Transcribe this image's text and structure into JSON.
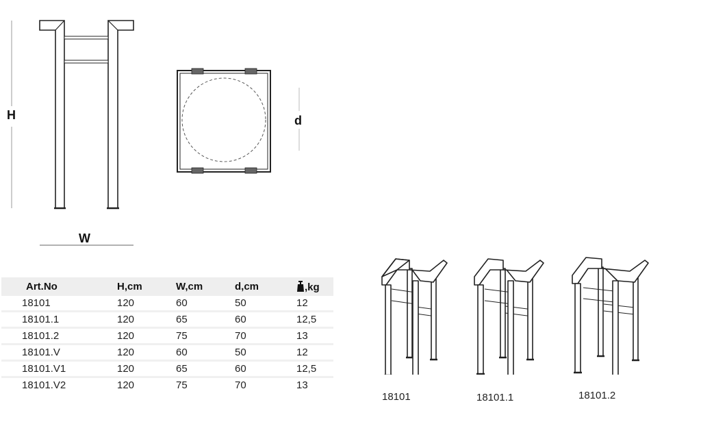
{
  "diagram": {
    "front_view": {
      "height_label": "H",
      "width_label": "W"
    },
    "top_view": {
      "depth_label": "d"
    }
  },
  "spec_table": {
    "headers": [
      "Art.No",
      "H,cm",
      "W,cm",
      "d,cm",
      ",kg"
    ],
    "weight_icon": "weight-icon",
    "rows": [
      [
        "18101",
        "120",
        "60",
        "50",
        "12"
      ],
      [
        "18101.1",
        "120",
        "65",
        "60",
        "12,5"
      ],
      [
        "18101.2",
        "120",
        "75",
        "70",
        "13"
      ],
      [
        "18101.V",
        "120",
        "60",
        "50",
        "12"
      ],
      [
        "18101.V1",
        "120",
        "65",
        "60",
        "12,5"
      ],
      [
        "18101.V2",
        "120",
        "75",
        "70",
        "13"
      ]
    ]
  },
  "variants": [
    {
      "caption": "18101"
    },
    {
      "caption": "18101.1"
    },
    {
      "caption": "18101.2"
    }
  ],
  "colors": {
    "line": "#222222",
    "header_bg": "#eeeeee",
    "dim_line": "#999999"
  }
}
